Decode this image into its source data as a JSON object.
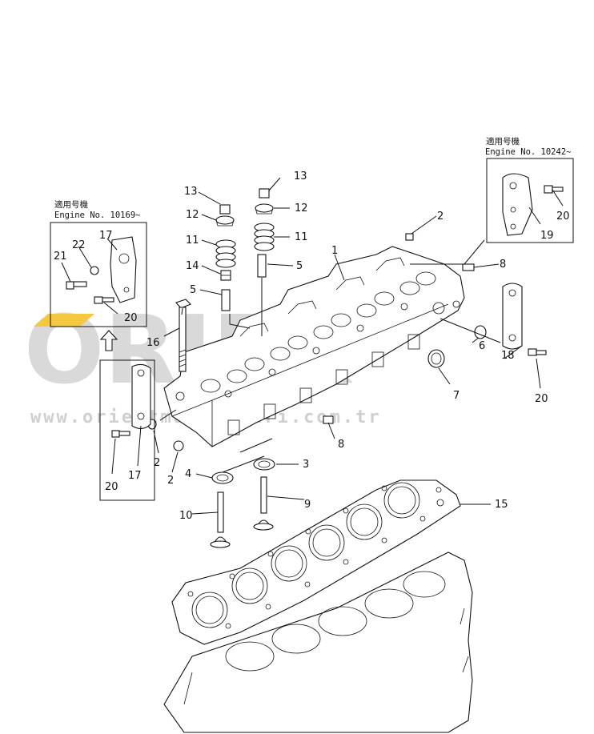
{
  "watermark": {
    "logo": "ORIEK",
    "url": "www.orientmakinalari.com.tr"
  },
  "notes": {
    "left": {
      "kanji": "適用号機",
      "engine": "Engine No. 10169~"
    },
    "right": {
      "kanji": "適用号機",
      "engine": "Engine No. 10242~"
    }
  },
  "callouts": {
    "c1": "1",
    "c2a": "2",
    "c2b": "2",
    "c2c": "2",
    "c3": "3",
    "c4": "4",
    "c5a": "5",
    "c5b": "5",
    "c6": "6",
    "c7": "7",
    "c8a": "8",
    "c8b": "8",
    "c9": "9",
    "c10": "10",
    "c11a": "11",
    "c11b": "11",
    "c12a": "12",
    "c12b": "12",
    "c13a": "13",
    "c13b": "13",
    "c14": "14",
    "c15": "15",
    "c16": "16",
    "c17a": "17",
    "c17b": "17",
    "c18": "18",
    "c19": "19",
    "c20a": "20",
    "c20b": "20",
    "c20c": "20",
    "c20d": "20",
    "c21": "21",
    "c22": "22"
  }
}
